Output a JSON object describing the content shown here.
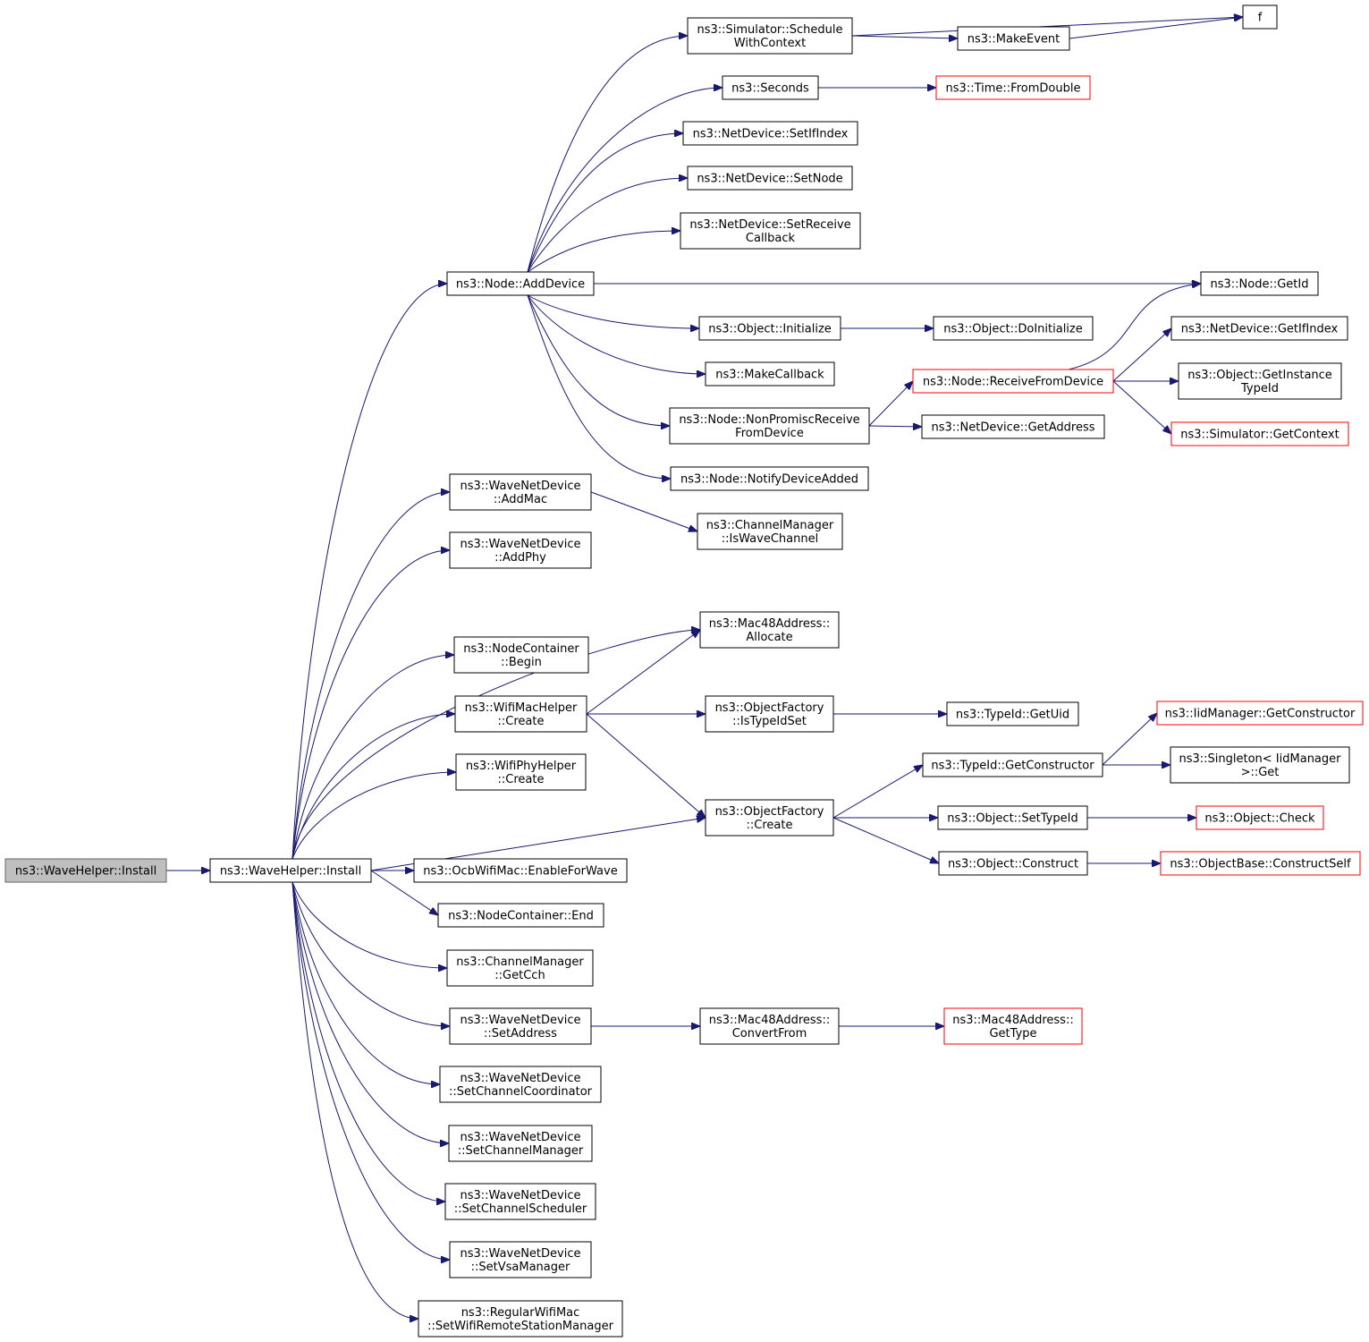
{
  "colors": {
    "edge": "#191970",
    "highlight_border": "#ff0000",
    "root_fill": "#bfbfbf"
  },
  "nodes": {
    "root": {
      "lines": [
        "ns3::WaveHelper::Install"
      ],
      "style": "root"
    },
    "install": {
      "lines": [
        "ns3::WaveHelper::Install"
      ]
    },
    "adddevice": {
      "lines": [
        "ns3::Node::AddDevice"
      ]
    },
    "schedule": {
      "lines": [
        "ns3::Simulator::Schedule",
        "WithContext"
      ]
    },
    "f": {
      "lines": [
        "f"
      ]
    },
    "makeevent": {
      "lines": [
        "ns3::MakeEvent"
      ]
    },
    "seconds": {
      "lines": [
        "ns3::Seconds"
      ]
    },
    "fromdouble": {
      "lines": [
        "ns3::Time::FromDouble"
      ],
      "style": "red"
    },
    "setifindex": {
      "lines": [
        "ns3::NetDevice::SetIfIndex"
      ]
    },
    "setnode": {
      "lines": [
        "ns3::NetDevice::SetNode"
      ]
    },
    "setrecvcb": {
      "lines": [
        "ns3::NetDevice::SetReceive",
        "Callback"
      ]
    },
    "getid": {
      "lines": [
        "ns3::Node::GetId"
      ]
    },
    "initialize": {
      "lines": [
        "ns3::Object::Initialize"
      ]
    },
    "doinit": {
      "lines": [
        "ns3::Object::DoInitialize"
      ]
    },
    "getifindex": {
      "lines": [
        "ns3::NetDevice::GetIfIndex"
      ]
    },
    "makecb": {
      "lines": [
        "ns3::MakeCallback"
      ]
    },
    "recvfrom": {
      "lines": [
        "ns3::Node::ReceiveFromDevice"
      ],
      "style": "red"
    },
    "getinst": {
      "lines": [
        "ns3::Object::GetInstance",
        "TypeId"
      ]
    },
    "nonprom": {
      "lines": [
        "ns3::Node::NonPromiscReceive",
        "FromDevice"
      ]
    },
    "getaddr": {
      "lines": [
        "ns3::NetDevice::GetAddress"
      ]
    },
    "getctx": {
      "lines": [
        "ns3::Simulator::GetContext"
      ],
      "style": "red"
    },
    "notify": {
      "lines": [
        "ns3::Node::NotifyDeviceAdded"
      ]
    },
    "addmac": {
      "lines": [
        "ns3::WaveNetDevice",
        "::AddMac"
      ]
    },
    "iswave": {
      "lines": [
        "ns3::ChannelManager",
        "::IsWaveChannel"
      ]
    },
    "addphy": {
      "lines": [
        "ns3::WaveNetDevice",
        "::AddPhy"
      ]
    },
    "allocate": {
      "lines": [
        "ns3::Mac48Address::",
        "Allocate"
      ]
    },
    "begin": {
      "lines": [
        "ns3::NodeContainer",
        "::Begin"
      ]
    },
    "maccreate": {
      "lines": [
        "ns3::WifiMacHelper",
        "::Create"
      ]
    },
    "istypeid": {
      "lines": [
        "ns3::ObjectFactory",
        "::IsTypeIdSet"
      ]
    },
    "getuid": {
      "lines": [
        "ns3::TypeId::GetUid"
      ]
    },
    "iidget": {
      "lines": [
        "ns3::IidManager::GetConstructor"
      ],
      "style": "red"
    },
    "getcons": {
      "lines": [
        "ns3::TypeId::GetConstructor"
      ]
    },
    "singleton": {
      "lines": [
        "ns3::Singleton< IidManager",
        " >::Get"
      ]
    },
    "phycreate": {
      "lines": [
        "ns3::WifiPhyHelper",
        "::Create"
      ]
    },
    "ofcreate": {
      "lines": [
        "ns3::ObjectFactory",
        "::Create"
      ]
    },
    "settypeid": {
      "lines": [
        "ns3::Object::SetTypeId"
      ]
    },
    "check": {
      "lines": [
        "ns3::Object::Check"
      ],
      "style": "red"
    },
    "construct": {
      "lines": [
        "ns3::Object::Construct"
      ]
    },
    "constself": {
      "lines": [
        "ns3::ObjectBase::ConstructSelf"
      ],
      "style": "red"
    },
    "enable": {
      "lines": [
        "ns3::OcbWifiMac::EnableForWave"
      ]
    },
    "end": {
      "lines": [
        "ns3::NodeContainer::End"
      ]
    },
    "getcch": {
      "lines": [
        "ns3::ChannelManager",
        "::GetCch"
      ]
    },
    "setaddress": {
      "lines": [
        "ns3::WaveNetDevice",
        "::SetAddress"
      ]
    },
    "convfrom": {
      "lines": [
        "ns3::Mac48Address::",
        "ConvertFrom"
      ]
    },
    "gettype": {
      "lines": [
        "ns3::Mac48Address::",
        "GetType"
      ],
      "style": "red"
    },
    "setcoord": {
      "lines": [
        "ns3::WaveNetDevice",
        "::SetChannelCoordinator"
      ]
    },
    "setchmgr": {
      "lines": [
        "ns3::WaveNetDevice",
        "::SetChannelManager"
      ]
    },
    "setsched": {
      "lines": [
        "ns3::WaveNetDevice",
        "::SetChannelScheduler"
      ]
    },
    "setvsa": {
      "lines": [
        "ns3::WaveNetDevice",
        "::SetVsaManager"
      ]
    },
    "setremote": {
      "lines": [
        "ns3::RegularWifiMac",
        "::SetWifiRemoteStationManager"
      ]
    }
  },
  "edges": [
    [
      "root",
      "install"
    ],
    [
      "install",
      "adddevice"
    ],
    [
      "install",
      "addmac"
    ],
    [
      "install",
      "addphy"
    ],
    [
      "install",
      "allocate"
    ],
    [
      "install",
      "begin"
    ],
    [
      "install",
      "maccreate"
    ],
    [
      "install",
      "phycreate"
    ],
    [
      "install",
      "ofcreate"
    ],
    [
      "install",
      "enable"
    ],
    [
      "install",
      "end"
    ],
    [
      "install",
      "getcch"
    ],
    [
      "install",
      "setaddress"
    ],
    [
      "install",
      "setcoord"
    ],
    [
      "install",
      "setchmgr"
    ],
    [
      "install",
      "setsched"
    ],
    [
      "install",
      "setvsa"
    ],
    [
      "install",
      "setremote"
    ],
    [
      "adddevice",
      "schedule"
    ],
    [
      "adddevice",
      "seconds"
    ],
    [
      "adddevice",
      "setifindex"
    ],
    [
      "adddevice",
      "setnode"
    ],
    [
      "adddevice",
      "setrecvcb"
    ],
    [
      "adddevice",
      "getid"
    ],
    [
      "adddevice",
      "initialize"
    ],
    [
      "adddevice",
      "makecb"
    ],
    [
      "adddevice",
      "nonprom"
    ],
    [
      "adddevice",
      "notify"
    ],
    [
      "schedule",
      "f"
    ],
    [
      "schedule",
      "makeevent"
    ],
    [
      "makeevent",
      "f"
    ],
    [
      "seconds",
      "fromdouble"
    ],
    [
      "initialize",
      "doinit"
    ],
    [
      "nonprom",
      "recvfrom"
    ],
    [
      "nonprom",
      "getaddr"
    ],
    [
      "recvfrom",
      "getid"
    ],
    [
      "recvfrom",
      "getifindex"
    ],
    [
      "recvfrom",
      "getinst"
    ],
    [
      "recvfrom",
      "getctx"
    ],
    [
      "addmac",
      "iswave"
    ],
    [
      "maccreate",
      "allocate"
    ],
    [
      "maccreate",
      "istypeid"
    ],
    [
      "maccreate",
      "ofcreate"
    ],
    [
      "istypeid",
      "getuid"
    ],
    [
      "ofcreate",
      "getcons"
    ],
    [
      "ofcreate",
      "settypeid"
    ],
    [
      "ofcreate",
      "construct"
    ],
    [
      "getcons",
      "iidget"
    ],
    [
      "getcons",
      "singleton"
    ],
    [
      "settypeid",
      "check"
    ],
    [
      "construct",
      "constself"
    ],
    [
      "setaddress",
      "convfrom"
    ],
    [
      "convfrom",
      "gettype"
    ]
  ]
}
